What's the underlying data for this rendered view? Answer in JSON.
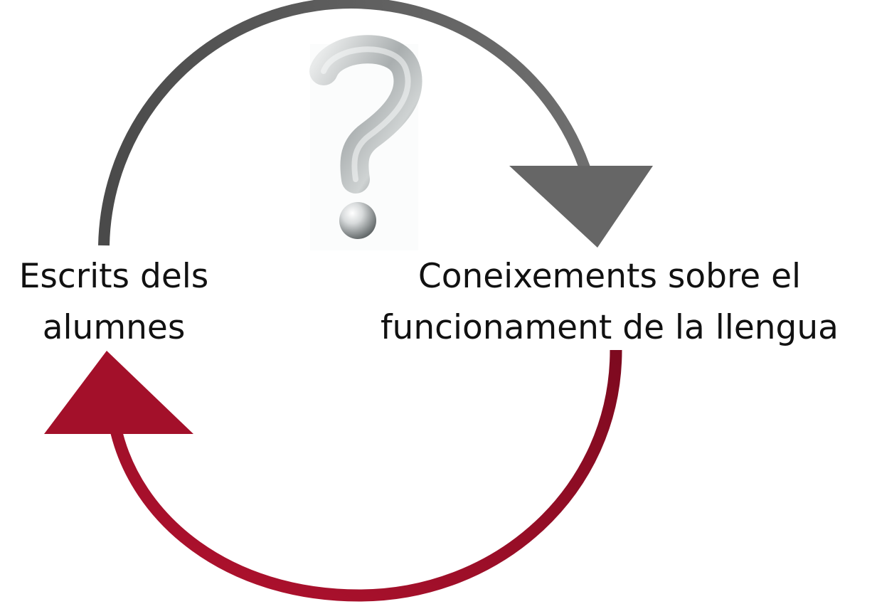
{
  "diagram": {
    "node_left": {
      "line1": "Escrits dels",
      "line2": "alumnes"
    },
    "node_right": {
      "line1": "Coneixements sobre el",
      "line2": "funcionament de la llengua"
    },
    "center_icon": "question-mark-icon",
    "colors": {
      "top_arrow": "#5f5f5f",
      "bottom_arrow": "#a3102a",
      "text": "#111111"
    }
  }
}
